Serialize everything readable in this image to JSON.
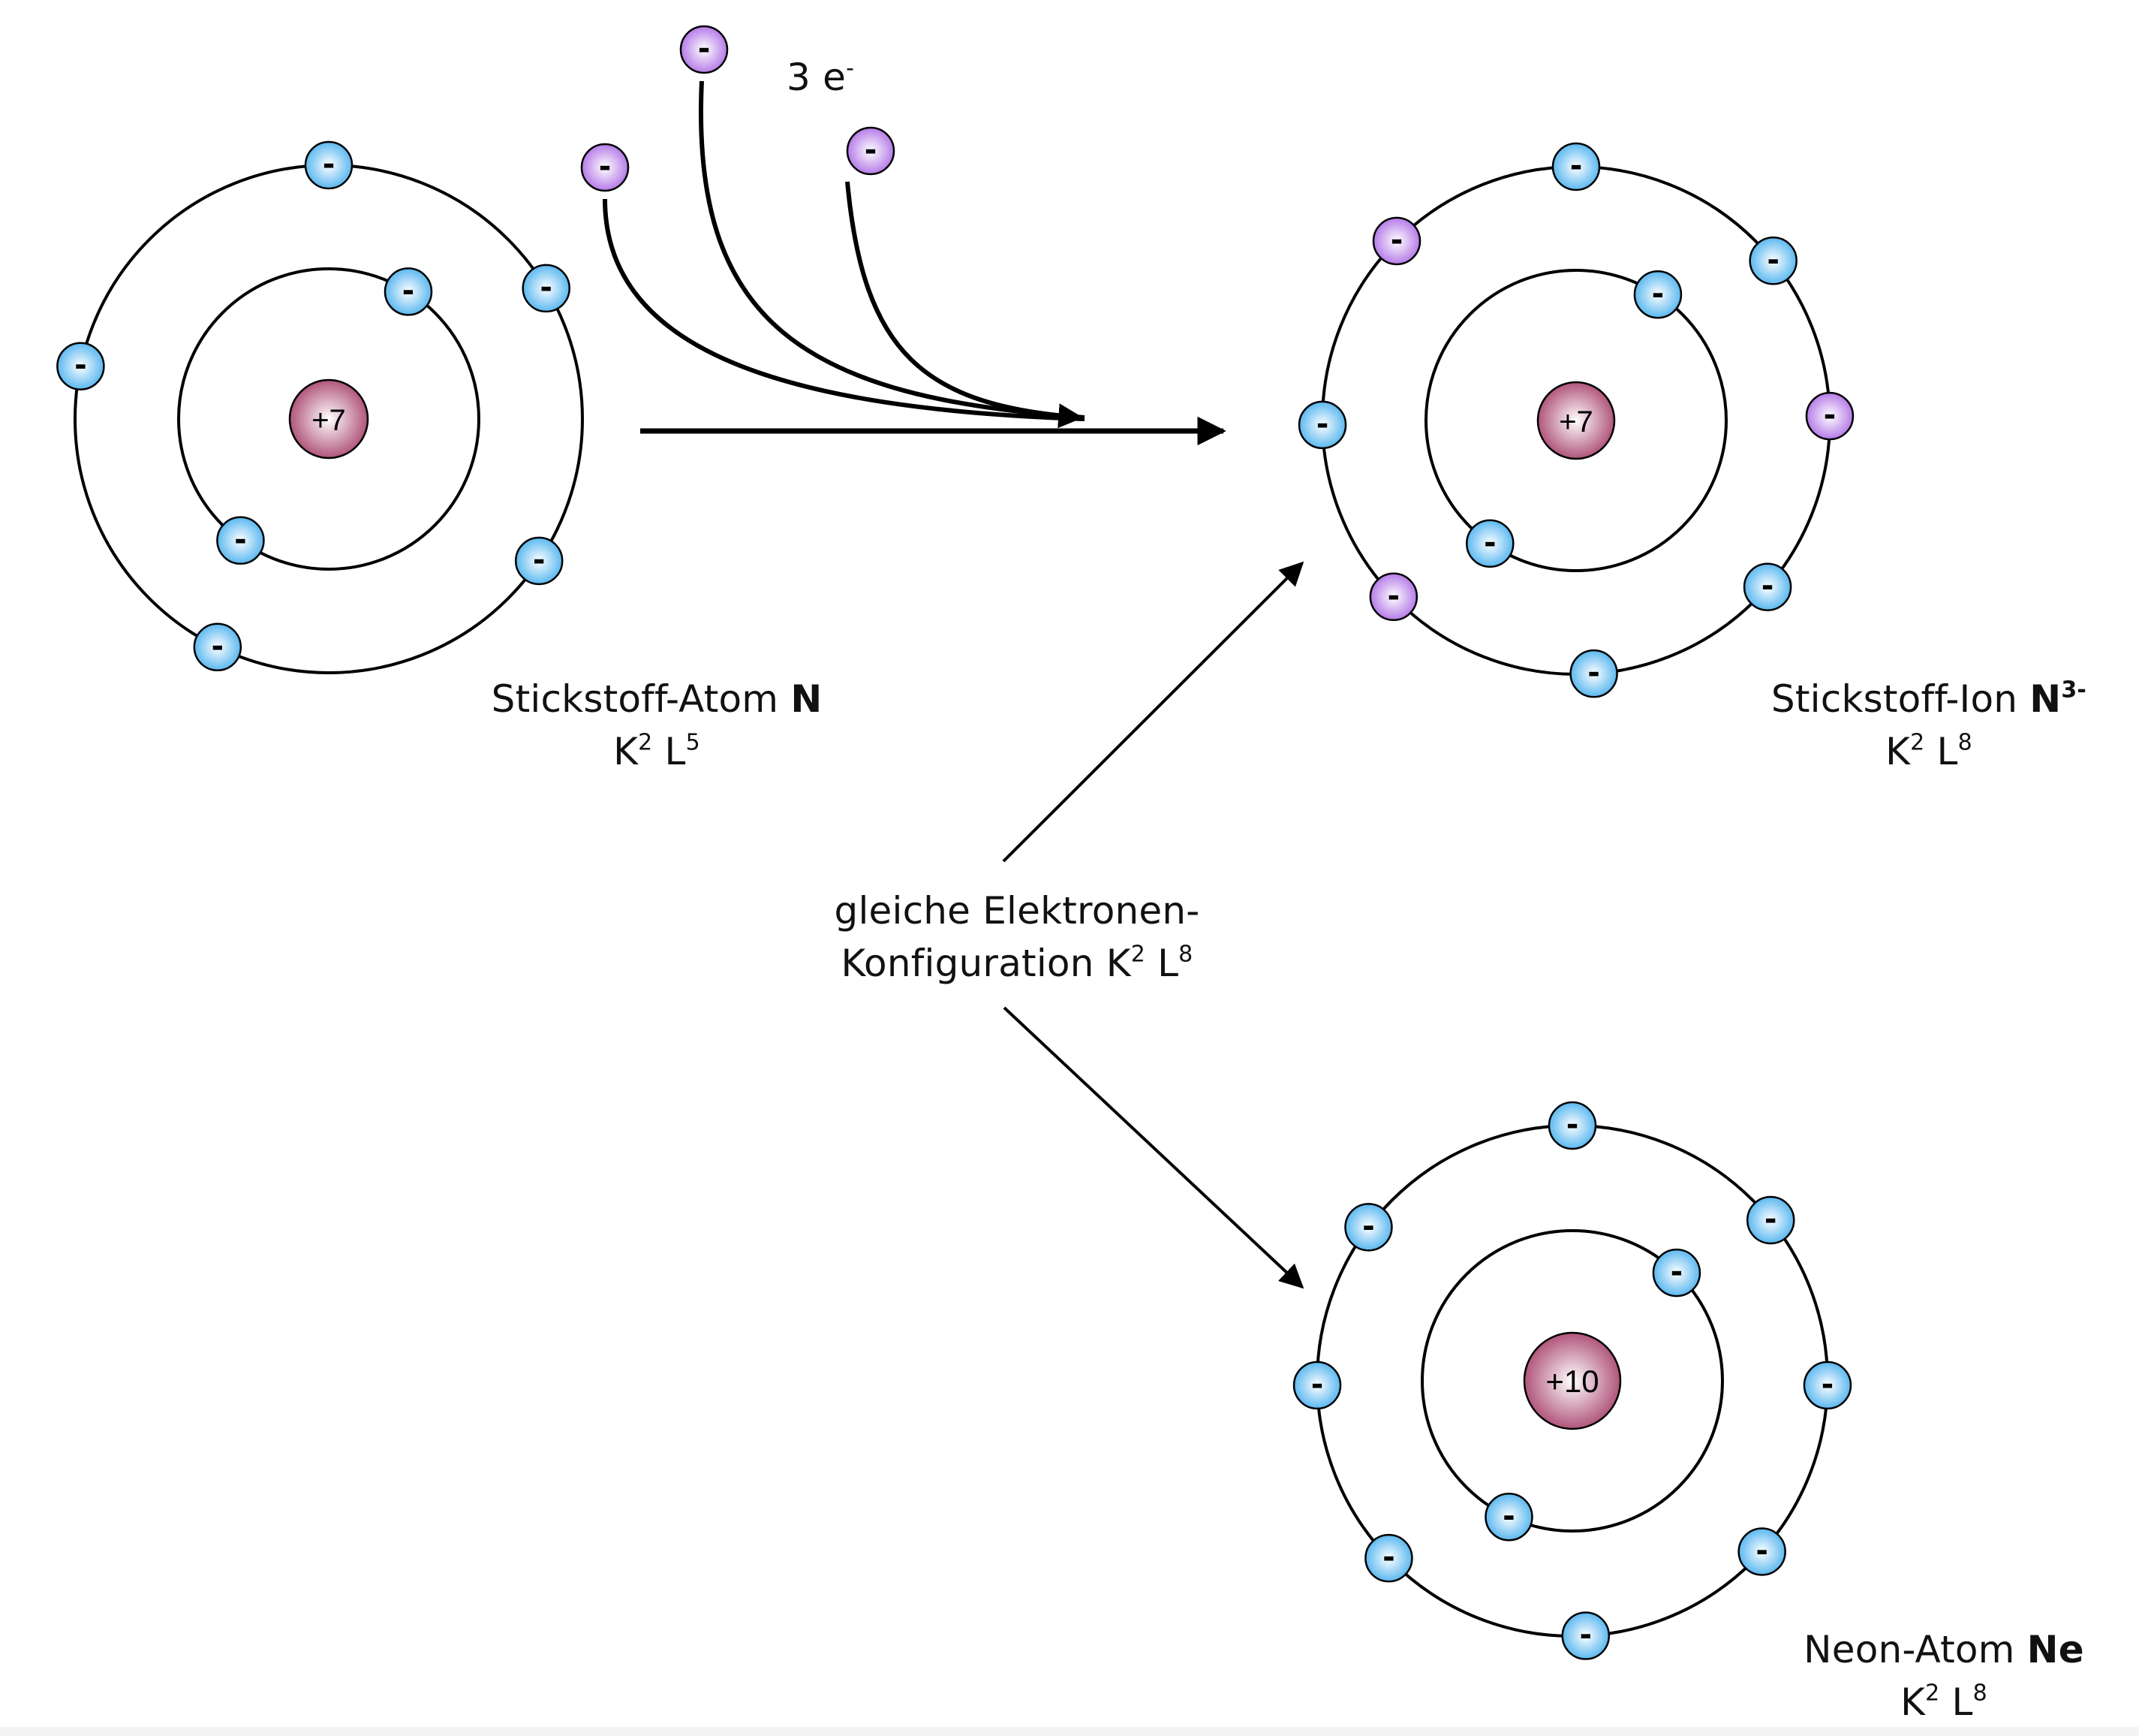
{
  "diagram": {
    "title": "Stickstoff-Atom wird zum Stickstoff-Ion (N3-) mit Neon-Elektronenkonfiguration",
    "colors": {
      "shell_electron": "#5bb8f0",
      "gained_electron": "#b57be8",
      "nucleus": "#b0557a",
      "line": "#000000"
    },
    "electron_symbol": "-",
    "transfer_label": {
      "count": "3 e",
      "charge": "-"
    },
    "atoms": [
      {
        "id": "nitrogen-atom",
        "nucleus_charge": "+7",
        "name_text": "Stickstoff-Atom ",
        "symbol": "N",
        "symbol_sup": "",
        "config": {
          "K_label": "K",
          "K": "2",
          "L_label": "L",
          "L": "5"
        },
        "shells": {
          "K": {
            "native": 2,
            "gained": 0
          },
          "L": {
            "native": 5,
            "gained": 0
          }
        }
      },
      {
        "id": "nitrogen-ion",
        "nucleus_charge": "+7",
        "name_text": "Stickstoff-Ion ",
        "symbol": "N",
        "symbol_sup": "3-",
        "config": {
          "K_label": "K",
          "K": "2",
          "L_label": "L",
          "L": "8"
        },
        "shells": {
          "K": {
            "native": 2,
            "gained": 0
          },
          "L": {
            "native": 5,
            "gained": 3
          }
        }
      },
      {
        "id": "neon-atom",
        "nucleus_charge": "+10",
        "name_text": "Neon-Atom ",
        "symbol": "Ne",
        "symbol_sup": "",
        "config": {
          "K_label": "K",
          "K": "2",
          "L_label": "L",
          "L": "8"
        },
        "shells": {
          "K": {
            "native": 2,
            "gained": 0
          },
          "L": {
            "native": 8,
            "gained": 0
          }
        }
      }
    ],
    "comparison_note": {
      "line1": "gleiche Elektronen-",
      "line2_text": "Konfiguration ",
      "K_label": "K",
      "K": "2",
      "L_label": "L",
      "L": "8"
    }
  }
}
